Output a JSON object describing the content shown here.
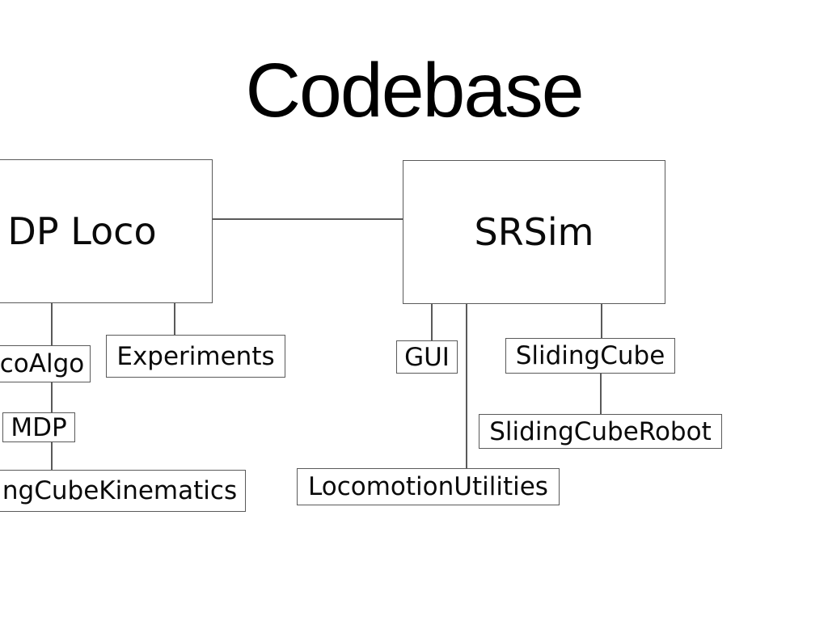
{
  "slide": {
    "title": "Codebase"
  },
  "diagram": {
    "colors": {
      "background": "#ffffff",
      "box_border": "#5a5a5a",
      "text": "#0a0a0a",
      "connector": "#5a5a5a"
    },
    "nodes": {
      "dp_loco": {
        "label": "DP Loco"
      },
      "srsim": {
        "label": "SRSim"
      },
      "coalgo": {
        "label": "coAlgo"
      },
      "experiments": {
        "label": "Experiments"
      },
      "mdp": {
        "label": "MDP"
      },
      "ngcubekinematics": {
        "label": "ngCubeKinematics"
      },
      "gui": {
        "label": "GUI"
      },
      "slidingcube": {
        "label": "SlidingCube"
      },
      "slidingcuberobot": {
        "label": "SlidingCubeRobot"
      },
      "locomotionutilities": {
        "label": "LocomotionUtilities"
      }
    },
    "edges": [
      {
        "from": "dp_loco",
        "to": "srsim"
      },
      {
        "from": "dp_loco",
        "to": "coalgo"
      },
      {
        "from": "dp_loco",
        "to": "experiments"
      },
      {
        "from": "coalgo",
        "to": "mdp"
      },
      {
        "from": "mdp",
        "to": "ngcubekinematics"
      },
      {
        "from": "srsim",
        "to": "gui"
      },
      {
        "from": "srsim",
        "to": "locomotionutilities"
      },
      {
        "from": "srsim",
        "to": "slidingcube"
      },
      {
        "from": "slidingcube",
        "to": "slidingcuberobot"
      }
    ]
  }
}
